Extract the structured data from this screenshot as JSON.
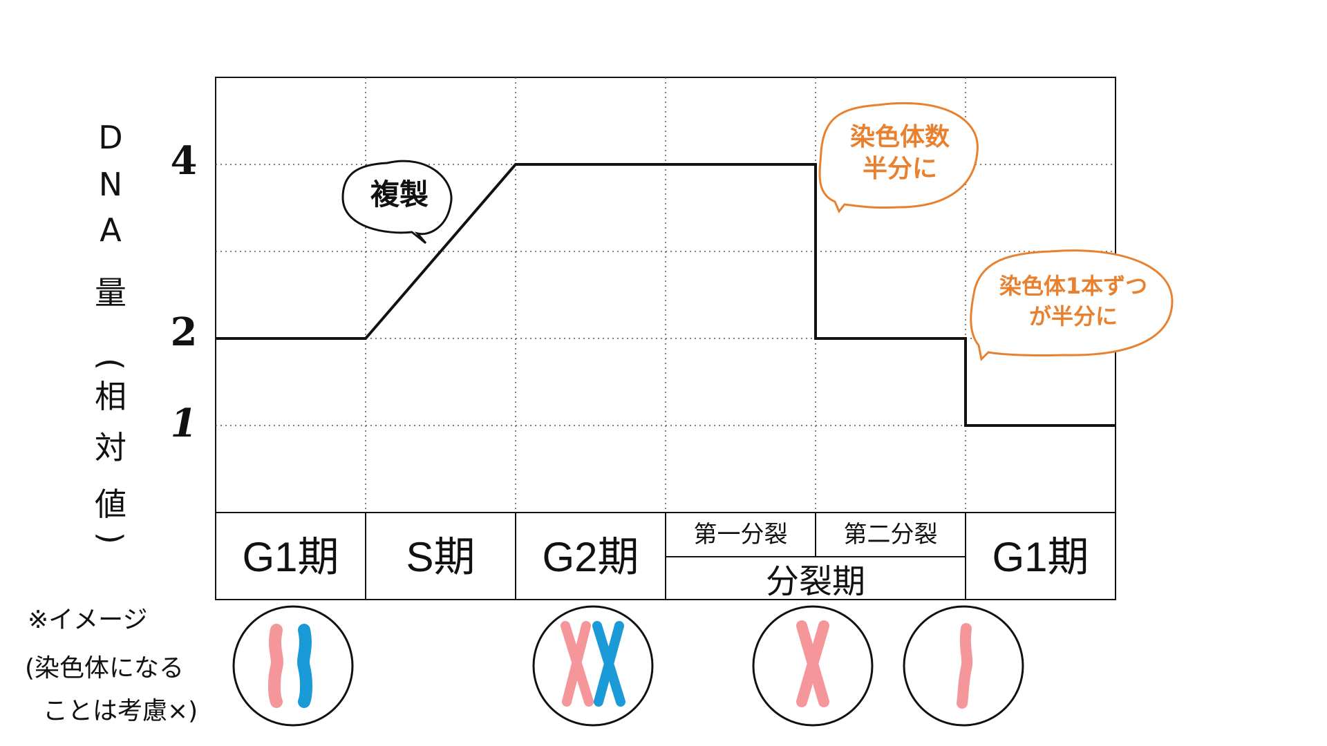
{
  "chart_data": {
    "type": "line",
    "ylabel_chars": [
      "D",
      "N",
      "A",
      "量",
      "(",
      "相",
      "対",
      "値",
      ")"
    ],
    "yticks": [
      "4",
      "2",
      "1"
    ],
    "ylim": [
      0,
      5
    ],
    "x": [
      0,
      1,
      2,
      3,
      4,
      4,
      5,
      5,
      6
    ],
    "y": [
      2,
      2,
      4,
      4,
      4,
      2,
      2,
      1,
      1
    ],
    "xlim": [
      0,
      6
    ],
    "grid": true,
    "phases": [
      "G1期",
      "S期",
      "G2期",
      "分裂期",
      "G1期"
    ],
    "subphases": [
      "第一分裂",
      "第二分裂"
    ],
    "annotations": [
      {
        "text": "複製",
        "color": "#111111"
      },
      {
        "line1": "染色体数",
        "line2": "半分に",
        "color": "#E8812F"
      },
      {
        "line1": "染色体1本ずつ",
        "line2": "が半分に",
        "color": "#E8812F"
      }
    ]
  },
  "note": {
    "line1": "※イメージ",
    "line2": "(染色体になる",
    "line3": "ことは考慮×)"
  },
  "colors": {
    "pink": "#F4969A",
    "blue": "#1A9AD6",
    "orange": "#E8812F",
    "line": "#111111"
  }
}
